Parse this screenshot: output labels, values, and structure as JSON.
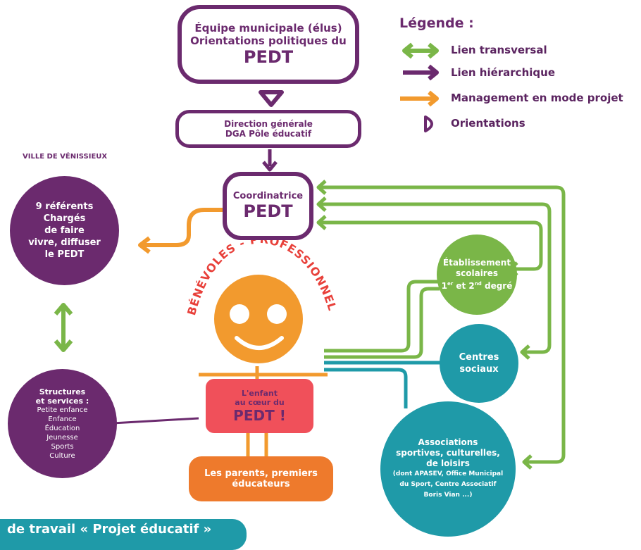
{
  "top_box": {
    "line1": "Équipe municipale (élus)",
    "line2": "Orientations politiques du",
    "line3": "PEDT"
  },
  "direction_box": {
    "line1": "Direction générale",
    "line2": "DGA Pôle éducatif"
  },
  "ville_label": "VILLE DE VÉNISSIEUX",
  "coordinatrice": {
    "line1": "Coordinatrice",
    "line2": "PEDT"
  },
  "referents": {
    "line1": "9 référents",
    "line2": "Chargés",
    "line3": "de faire",
    "line4": "vivre, diffuser",
    "line5": "le PEDT"
  },
  "structures": {
    "title1": "Structures",
    "title2": "et services :",
    "items": [
      "Petite enfance",
      "Enfance",
      "Éducation",
      "Jeunesse",
      "Sports",
      "Culture"
    ]
  },
  "arc_text": "BÉNÉVOLES - PROFESSIONNELS",
  "child_box": {
    "line1": "L'enfant",
    "line2": "au cœur du",
    "line3": "PEDT !"
  },
  "parents_box": {
    "line1": "Les parents, premiers",
    "line2": "éducateurs"
  },
  "etablissements": {
    "line1": "Établissement",
    "line2": "scolaires",
    "line3_a": "1",
    "line3_sup1": "er",
    "line3_b": " et 2",
    "line3_sup2": "nd",
    "line3_c": " degré"
  },
  "centres": {
    "line1": "Centres",
    "line2": "sociaux"
  },
  "associations": {
    "line1": "Associations",
    "line2": "sportives, culturelles,",
    "line3": "de loisirs",
    "line4": "(dont APASEV, Office Municipal",
    "line5": "du Sport, Centre Associatif",
    "line6": "Boris Vian ...)"
  },
  "bottom_banner": "de travail « Projet éducatif »",
  "legend": {
    "title": "Légende :",
    "items": [
      "Lien transversal",
      "Lien hiérarchique",
      "Management en mode projet",
      "Orientations"
    ]
  },
  "colors": {
    "purple": "#6b2a6e",
    "green": "#7ab648",
    "orange": "#f29a2e",
    "teal": "#1f9aa8",
    "red": "#e8403a",
    "pink": "#f0505a",
    "parents_orange": "#ee7a2c"
  }
}
